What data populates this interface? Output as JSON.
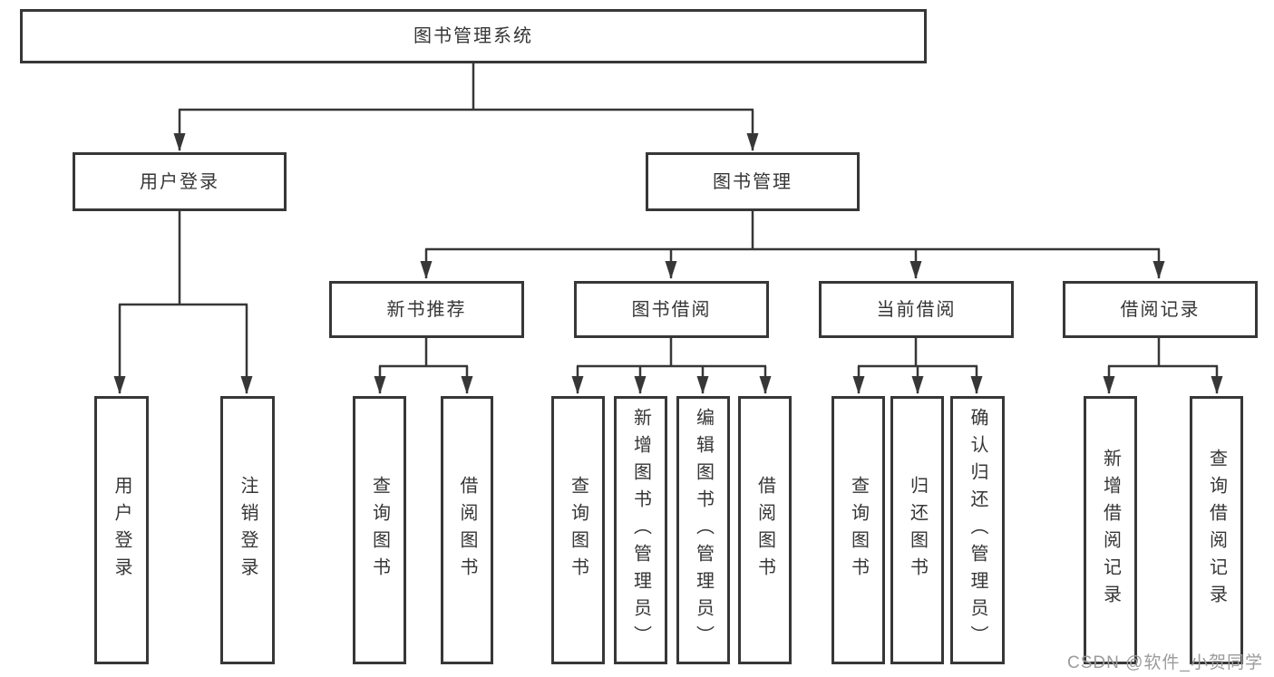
{
  "diagram_title": "图书管理系统",
  "tree": {
    "label": "图书管理系统",
    "children": [
      {
        "label": "用户登录",
        "children": [
          {
            "label": "用户登录"
          },
          {
            "label": "注销登录"
          }
        ]
      },
      {
        "label": "图书管理",
        "children": [
          {
            "label": "新书推荐",
            "children": [
              {
                "label": "查询图书"
              },
              {
                "label": "借阅图书"
              }
            ]
          },
          {
            "label": "图书借阅",
            "children": [
              {
                "label": "查询图书"
              },
              {
                "label": "新增图书（管理员）"
              },
              {
                "label": "编辑图书（管理员）"
              },
              {
                "label": "借阅图书"
              }
            ]
          },
          {
            "label": "当前借阅",
            "children": [
              {
                "label": "查询图书"
              },
              {
                "label": "归还图书"
              },
              {
                "label": "确认归还（管理员）"
              }
            ]
          },
          {
            "label": "借阅记录",
            "children": [
              {
                "label": "新增借阅记录"
              },
              {
                "label": "查询借阅记录"
              }
            ]
          }
        ]
      }
    ]
  },
  "watermark": "CSDN @软件_小贺同学",
  "colors": {
    "line": "#373737",
    "box_border": "#373737",
    "text": "#363636",
    "watermark": "#9b9b9b",
    "background": "#ffffff"
  }
}
